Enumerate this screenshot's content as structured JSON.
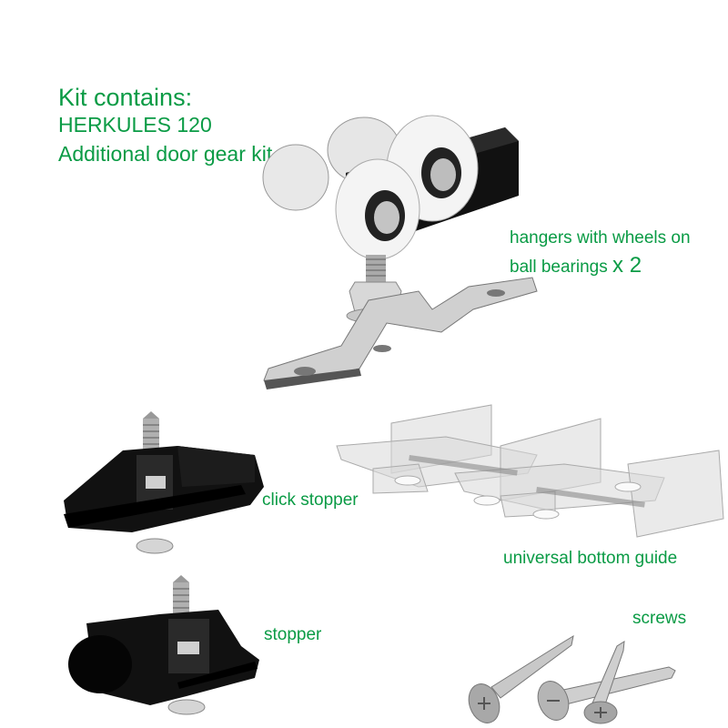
{
  "heading": {
    "title": "Kit contains:",
    "product": "HERKULES 120",
    "subtitle": "Additional door gear kit"
  },
  "parts": [
    {
      "id": "hanger",
      "label_line1": "hangers with wheels on",
      "label_line2": "ball bearings",
      "quantity": "x 2"
    },
    {
      "id": "click-stopper",
      "label": "click stopper"
    },
    {
      "id": "bottom-guide",
      "label": "universal bottom guide"
    },
    {
      "id": "stopper",
      "label": "stopper"
    },
    {
      "id": "screws",
      "label": "screws"
    }
  ],
  "colors": {
    "label_green": "#0a9b45",
    "background": "#ffffff",
    "plastic_black": "#111111",
    "wheel_white": "#f2f2f2",
    "steel": "#b8b8b8"
  }
}
